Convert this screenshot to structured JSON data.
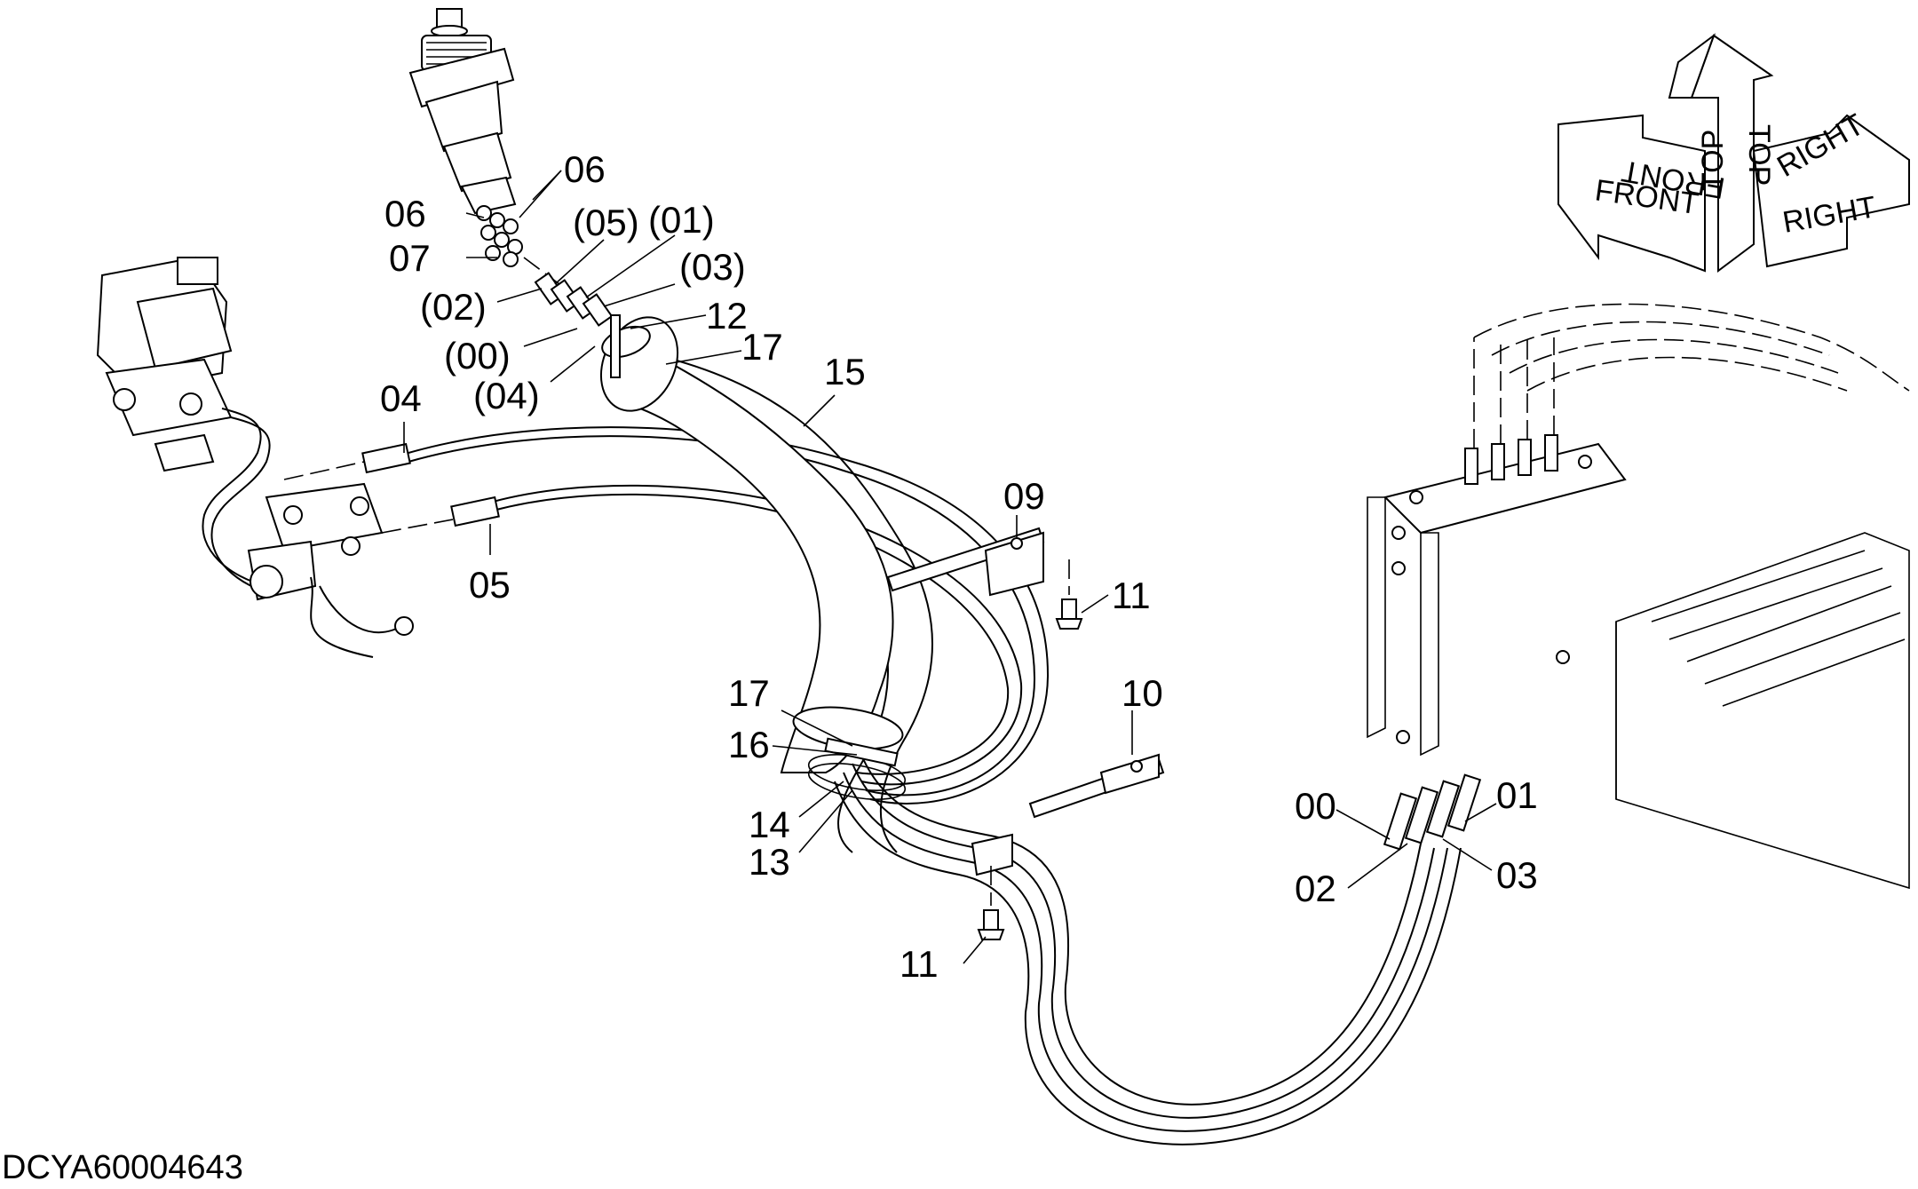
{
  "diagram": {
    "drawing_code": "DCYA60004643",
    "orientation": {
      "top": "TOP",
      "front": "FRONT",
      "right": "RIGHT"
    },
    "callouts": {
      "c06a": "06",
      "c06b": "06",
      "c07": "07",
      "p05": "(05)",
      "p01": "(01)",
      "p03": "(03)",
      "p02": "(02)",
      "c12": "12",
      "p00": "(00)",
      "c17a": "17",
      "p04": "(04)",
      "c15": "15",
      "c04": "04",
      "c05": "05",
      "c09": "09",
      "c11a": "11",
      "c17b": "17",
      "c16": "16",
      "c10": "10",
      "c14": "14",
      "c13": "13",
      "c11b": "11",
      "c00": "00",
      "c01": "01",
      "c02": "02",
      "c03": "03"
    }
  }
}
